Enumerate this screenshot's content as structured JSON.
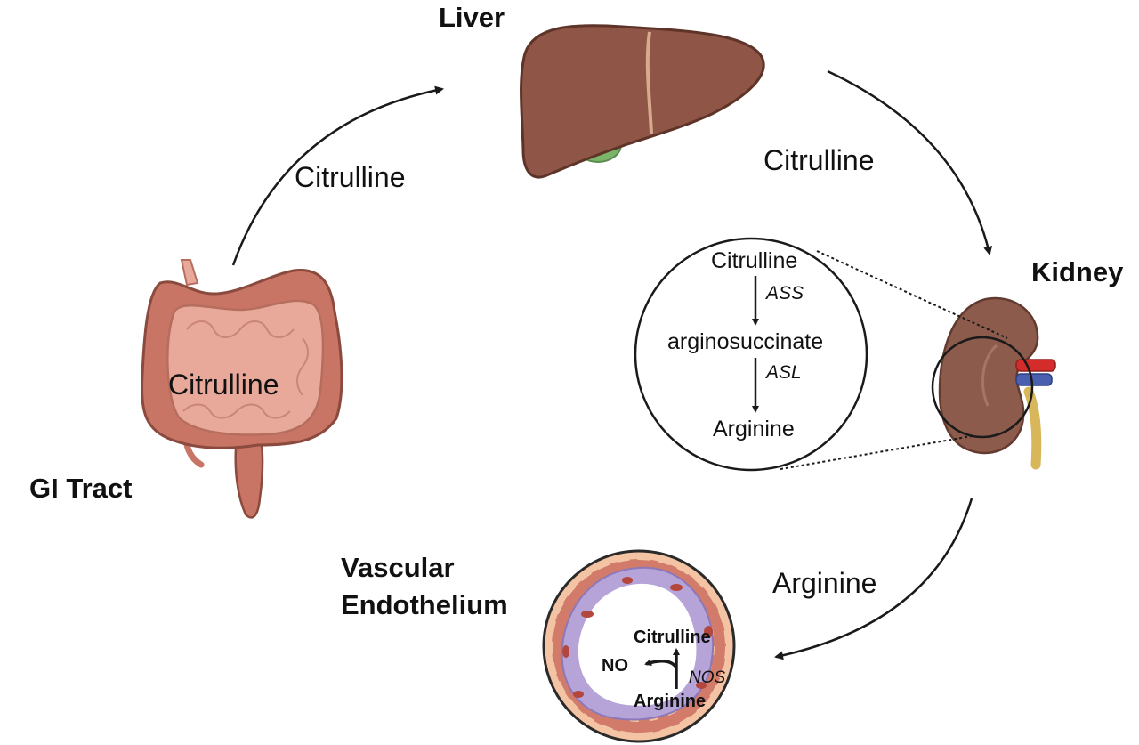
{
  "organs": {
    "gi_tract": "GI Tract",
    "liver": "Liver",
    "kidney": "Kidney",
    "vascular_line1": "Vascular",
    "vascular_line2": "Endothelium"
  },
  "flows": {
    "gi_to_liver": "Citrulline",
    "liver_to_kidney": "Citrulline",
    "kidney_to_vascular": "Arginine"
  },
  "gi_content": "Citrulline",
  "kidney_pathway": {
    "step1": "Citrulline",
    "enzyme1": "ASS",
    "step2": "arginosuccinate",
    "enzyme2": "ASL",
    "step3": "Arginine"
  },
  "vessel_reaction": {
    "product": "Citrulline",
    "no": "NO",
    "enzyme": "NOS",
    "substrate": "Arginine"
  },
  "colors": {
    "liver": "#8f5647",
    "gallbladder": "#7bb56a",
    "intestine_small": "#e9a99a",
    "intestine_large": "#c97565",
    "kidney": "#8d5b4c",
    "artery": "#d42b2b",
    "vein": "#4a5fb0",
    "ureter": "#d8b65a",
    "vessel_outer": "#f3c3a3",
    "vessel_wall": "#d37b6a",
    "vessel_lining": "#b6a3d8",
    "arrow": "#1a1a1a"
  }
}
